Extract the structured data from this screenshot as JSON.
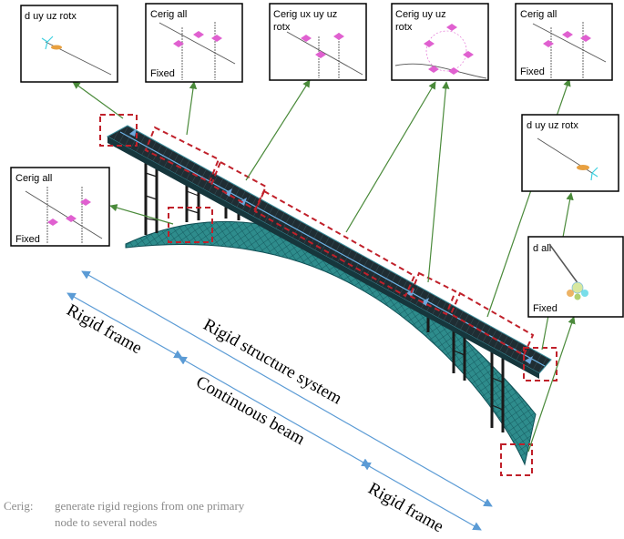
{
  "insets": {
    "top_left": {
      "title": "d uy uz rotx"
    },
    "cerig_all_1": {
      "title": "Cerig all",
      "footer": "Fixed"
    },
    "cerig_ux_1": {
      "title_line1": "Cerig ux uy uz",
      "title_line2": "rotx"
    },
    "cerig_uy": {
      "title_line1": "Cerig uy uz",
      "title_line2": "rotx"
    },
    "cerig_all_2": {
      "title": "Cerig all",
      "footer": "Fixed"
    },
    "left_mid": {
      "title": "Cerig all",
      "footer": "Fixed"
    },
    "right_mid": {
      "title": "d uy uz rotx"
    },
    "right_low": {
      "title": "d all",
      "footer": "Fixed"
    }
  },
  "labels": {
    "rigid_frame_left": "Rigid frame",
    "rigid_structure_system": "Rigid structure system",
    "continuous_beam": "Continuous beam",
    "rigid_frame_right": "Rigid frame"
  },
  "footnote": {
    "term": "Cerig:",
    "line1": "generate rigid regions from one primary",
    "line2": "node to several nodes"
  },
  "colors": {
    "deck": "#1f2d33",
    "deck_edge": "#3a8c9a",
    "arch": "#2e8c8c",
    "mesh": "#0f4f55",
    "leader": "#4a8a3a",
    "dashed_box": "#c0202a",
    "dimension": "#5b9bd5",
    "constraint_pink": "#e060d0",
    "constraint_cyan": "#40d0e0",
    "constraint_orange": "#e8a040"
  }
}
